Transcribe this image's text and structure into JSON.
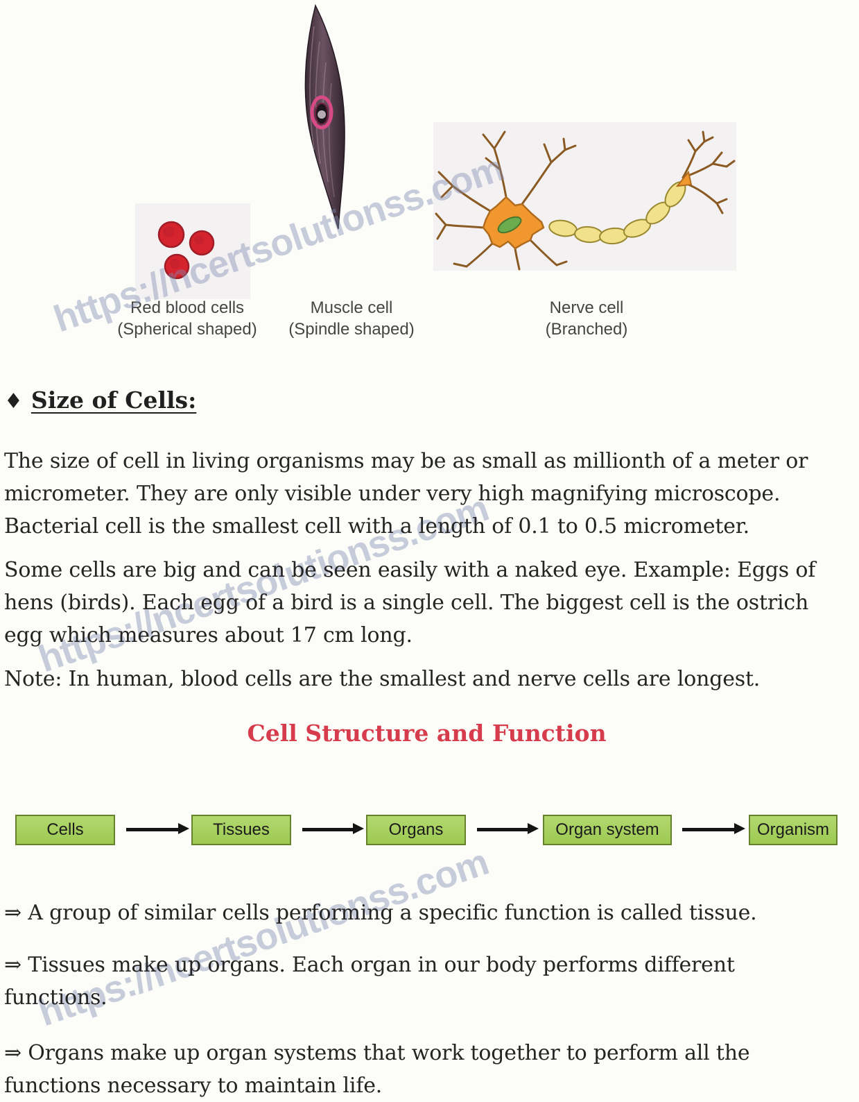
{
  "page": {
    "watermark": "https://ncertsolutionss.com",
    "colors": {
      "watermark": "#7f8ab0",
      "body_text": "#242424",
      "red_heading": "#d63c4b",
      "flow_box_fill": "#a8d162",
      "flow_box_border": "#67822d",
      "panel_gray": "#f3f1f2",
      "rbc_red": "#d6242f",
      "neuron_orange": "#f0982f",
      "neuron_nucleus_green": "#6cab4e",
      "myelin_yellow": "#f0e18a",
      "muscle_dark": "#4e3a48",
      "muscle_nucleus_pink": "#d84a85"
    }
  },
  "figures": {
    "items": [
      {
        "label": "Red blood cells",
        "sublabel": "(Spherical shaped)"
      },
      {
        "label": "Muscle cell",
        "sublabel": "(Spindle shaped)"
      },
      {
        "label": "Nerve cell",
        "sublabel": "(Branched)"
      }
    ]
  },
  "section": {
    "heading_bullet": "♦",
    "heading": "Size of Cells:",
    "p1": {
      "lines": [
        "The size of cell in living organisms may be as small as millionth of a meter or",
        "micrometer. They are only visible under very high magnifying microscope.",
        "Bacterial cell is the smallest cell with a length of 0.1 to 0.5 micrometer."
      ]
    },
    "p2": {
      "lines": [
        "Some cells are big and can be seen easily with a naked eye. Example: Eggs of",
        "hens (birds). Each egg of a bird is a single cell. The biggest cell is the ostrich",
        "egg which measures about 17 cm long."
      ]
    },
    "note": {
      "lines": [
        "Note: In human, blood cells are the smallest and nerve cells are longest."
      ]
    }
  },
  "subsection": {
    "heading": "Cell Structure and Function"
  },
  "flow": {
    "nodes": [
      "Cells",
      "Tissues",
      "Organs",
      "Organ system",
      "Organism"
    ]
  },
  "points": [
    {
      "lines": [
        "⇒ A group of similar cells performing a specific function is called tissue."
      ]
    },
    {
      "lines": [
        "⇒ Tissues make up organs. Each organ in our body performs different",
        "functions."
      ]
    },
    {
      "lines": [
        "⇒ Organs make up organ systems that work together to perform all the",
        "functions necessary to maintain life."
      ]
    }
  ]
}
